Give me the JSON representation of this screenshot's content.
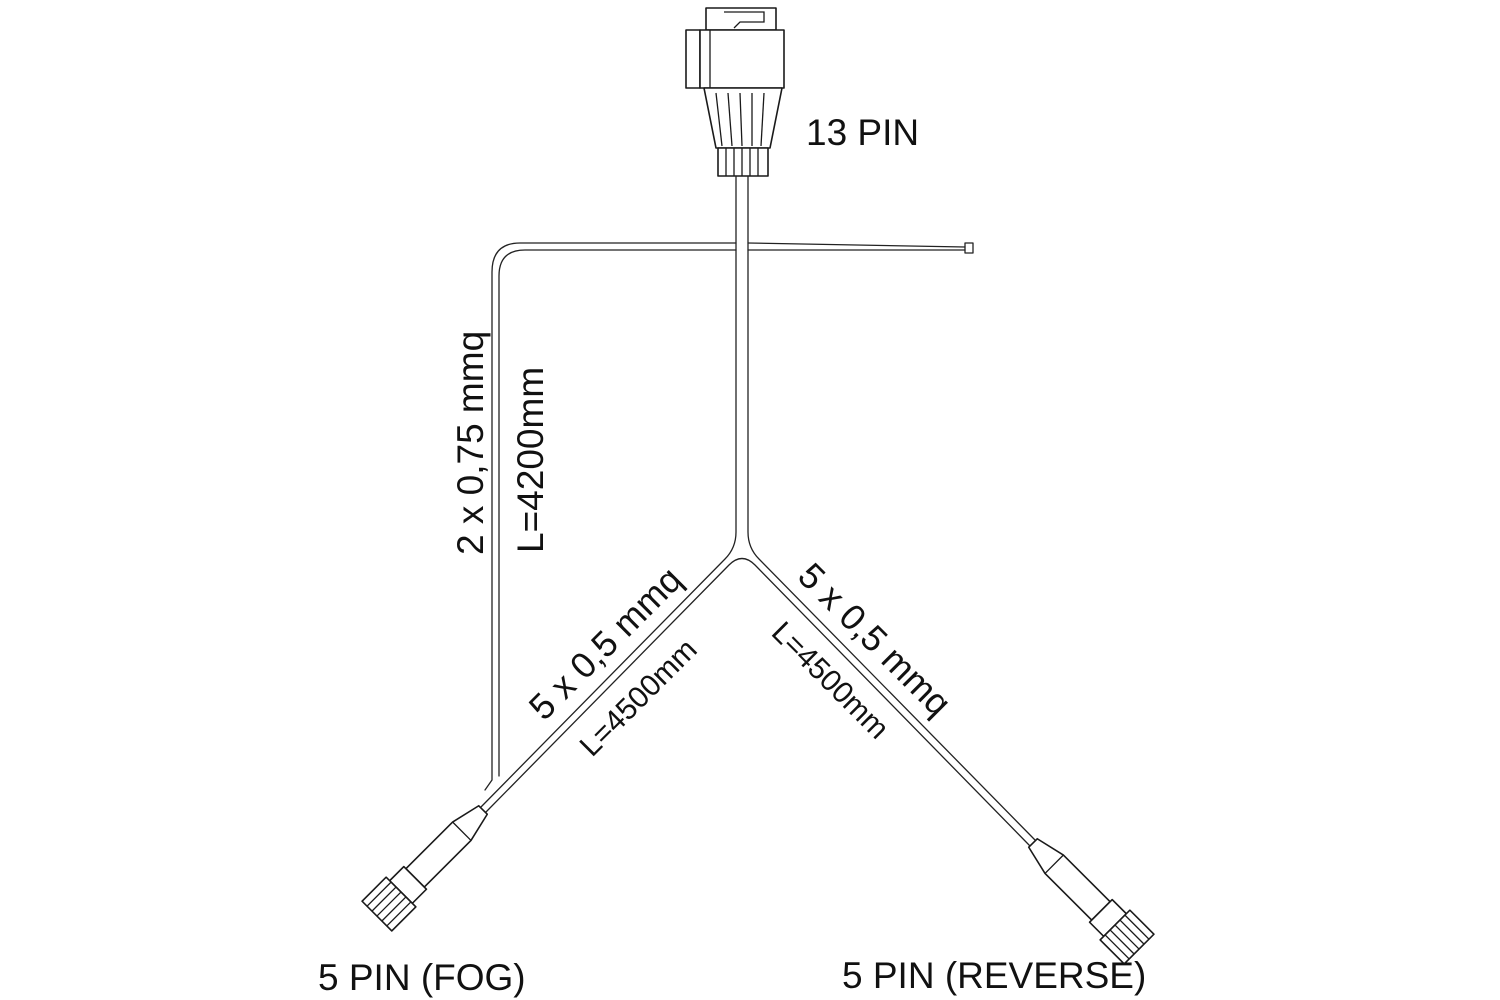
{
  "connectors": {
    "main": "13 PIN",
    "fog": "5 PIN (FOG)",
    "reverse": "5 PIN (REVERSE)"
  },
  "cables": {
    "side": {
      "section": "2 x 0,75 mmq",
      "length": "L=4200mm"
    },
    "fog": {
      "section": "5 x 0,5 mmq",
      "length": "L=4500mm"
    },
    "reverse": {
      "section": "5 x 0,5 mmq",
      "length": "L=4500mm"
    }
  }
}
